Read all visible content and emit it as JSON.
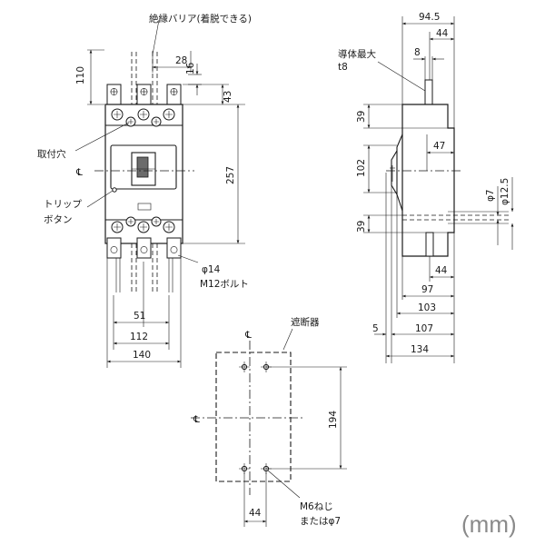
{
  "unit": "(mm)",
  "labels": {
    "barrier": "絶縁バリア(着脱できる)",
    "mounting_hole": "取付穴",
    "trip_button_1": "トリップ",
    "trip_button_2": "ボタン",
    "bolt_dia": "φ14",
    "bolt": "M12ボルト",
    "conductor_max": "導体最大",
    "conductor_t": "t8",
    "cutout": "遮断器",
    "screw": "M6ねじ",
    "screw_alt": "またはφ7",
    "centerline": "℄"
  },
  "dimensions": {
    "front": {
      "barrier_height": "110",
      "barrier_pitch": "28",
      "barrier_gap": "16",
      "top_offset": "43",
      "overall_height": "257",
      "pole_pitch": "51",
      "terminal_span": "112",
      "overall_width": "140"
    },
    "side": {
      "overall_top": "94.5",
      "top_right": "44",
      "conductor": "8",
      "upper_terminal": "39",
      "middle": "102",
      "lower_terminal": "39",
      "depth_47": "47",
      "dia_small": "φ7",
      "dia_large": "φ12.5",
      "bottom_44": "44",
      "depth_97": "97",
      "depth_103": "103",
      "depth_107": "107",
      "offset_5": "5",
      "overall_depth": "134"
    },
    "cutout": {
      "height": "194",
      "width": "44"
    }
  }
}
